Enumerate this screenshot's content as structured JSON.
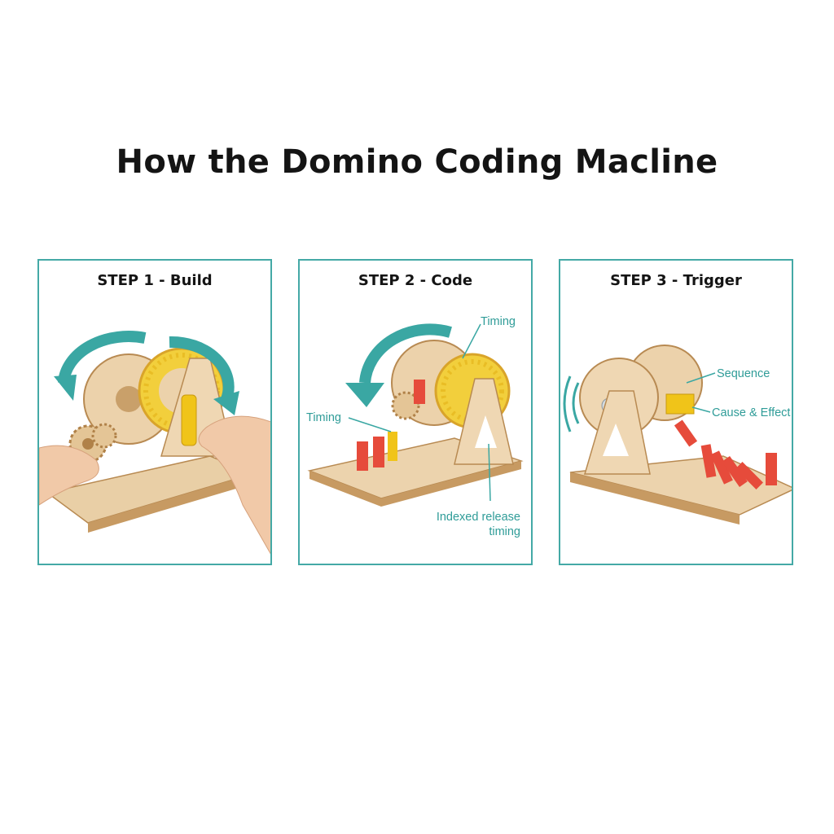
{
  "title": "How the Domino Coding Macline",
  "accent_color": "#44a9a6",
  "steps": [
    {
      "heading": "STEP 1 - Build"
    },
    {
      "heading": "STEP 2 - Code",
      "callouts": {
        "timing_top": "Timing",
        "timing_left": "Timing",
        "indexed_line1": "Indexed release",
        "indexed_line2": "timing"
      }
    },
    {
      "heading": "STEP 3 - Trigger",
      "callouts": {
        "sequence": "Sequence",
        "cause_effect": "Cause & Effect"
      }
    }
  ]
}
